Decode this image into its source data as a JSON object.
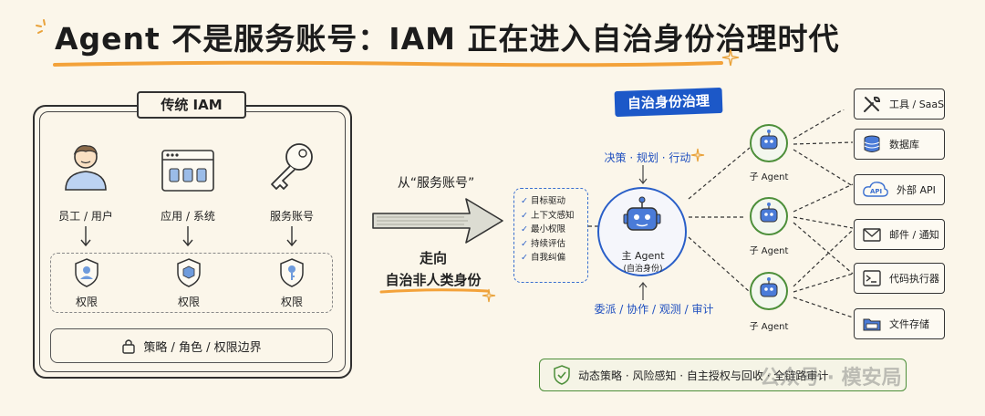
{
  "title": "Agent 不是服务账号：IAM 正在进入自治身份治理时代",
  "traditional": {
    "title": "传统 IAM",
    "entities": [
      {
        "label": "员工 / 用户",
        "icon": "person-icon"
      },
      {
        "label": "应用 / 系统",
        "icon": "app-window-icon"
      },
      {
        "label": "服务账号",
        "icon": "key-icon"
      }
    ],
    "permission_label": "权限",
    "policy": "策略 / 角色 / 权限边界",
    "policy_icon": "lock-icon"
  },
  "transition": {
    "from": "从“服务账号”",
    "to_line1": "走向",
    "to_line2": "自治非人类身份"
  },
  "governance": {
    "title": "自治身份治理",
    "top_actions": "决策 · 规划 · 行动",
    "bottom_actions": "委派 / 协作 / 观测 / 审计",
    "checklist": [
      "目标驱动",
      "上下文感知",
      "最小权限",
      "持续评估",
      "自我纠偏"
    ],
    "main_agent": {
      "label": "主 Agent",
      "sub": "(自治身份)"
    },
    "sub_agents": [
      "子 Agent",
      "子 Agent",
      "子 Agent"
    ],
    "tools": [
      {
        "label": "工具 / SaaS",
        "icon": "tools-icon"
      },
      {
        "label": "数据库",
        "icon": "database-icon"
      },
      {
        "label": "外部 API",
        "icon": "cloud-api-icon",
        "badge": "API"
      },
      {
        "label": "邮件 / 通知",
        "icon": "mail-icon"
      },
      {
        "label": "代码执行器",
        "icon": "terminal-icon"
      },
      {
        "label": "文件存储",
        "icon": "folder-icon"
      }
    ],
    "bottom_bar": "动态策略 · 风险感知 · 自主授权与回收 · 全链路审计"
  },
  "watermark": "公众号 · 模安局",
  "colors": {
    "accent_blue": "#1c58c8",
    "accent_green": "#4d8f3a",
    "underline_orange": "#f3a23a",
    "background": "#fbf6ea"
  }
}
